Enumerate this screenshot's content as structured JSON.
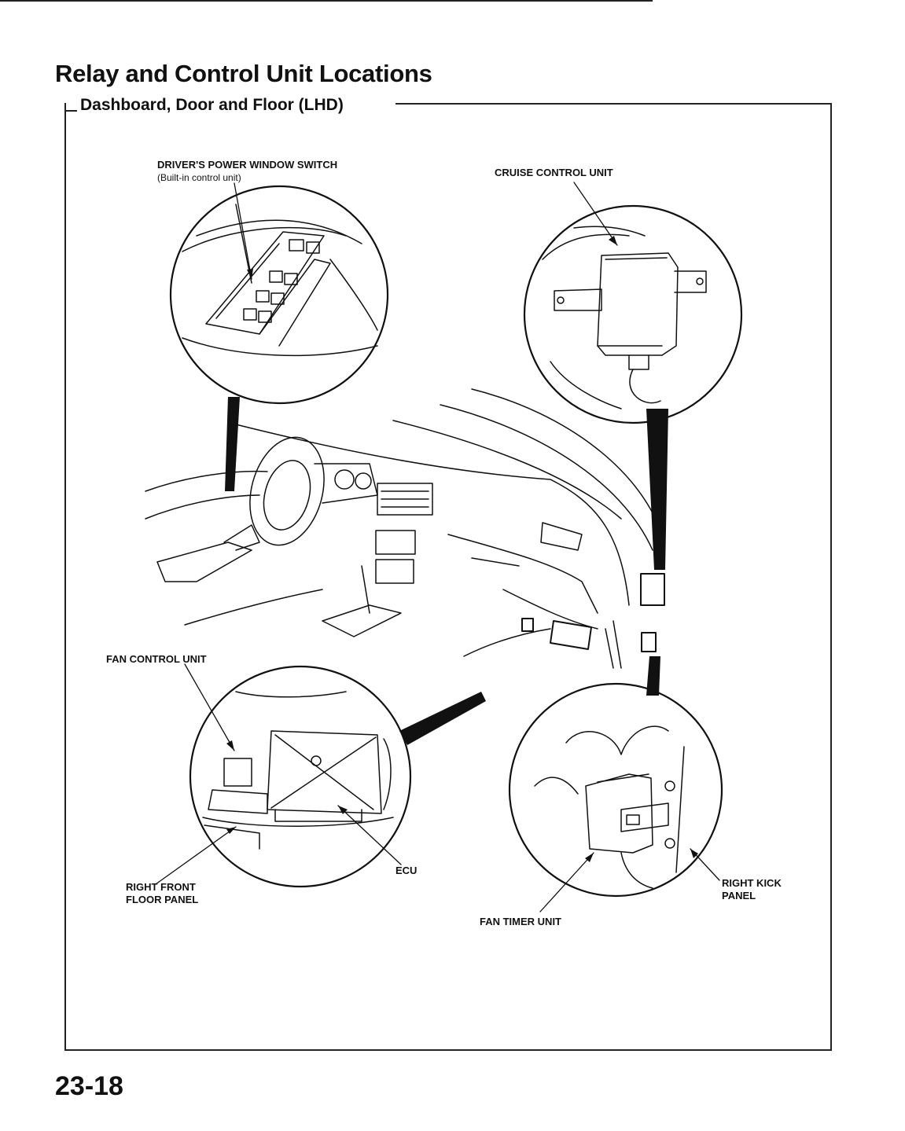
{
  "page": {
    "title": "Relay and Control Unit Locations",
    "section": "Dashboard, Door and Floor (LHD)",
    "page_number": "23-18"
  },
  "labels": {
    "power_window_switch": "DRIVER'S POWER WINDOW SWITCH",
    "power_window_switch_sub": "(Built-in control unit)",
    "cruise_control_unit": "CRUISE CONTROL UNIT",
    "fan_control_unit": "FAN CONTROL UNIT",
    "ecu": "ECU",
    "right_front_floor_panel_line1": "RIGHT FRONT",
    "right_front_floor_panel_line2": "FLOOR PANEL",
    "right_kick_panel_line1": "RIGHT KICK",
    "right_kick_panel_line2": "PANEL",
    "fan_timer_unit": "FAN TIMER UNIT"
  }
}
